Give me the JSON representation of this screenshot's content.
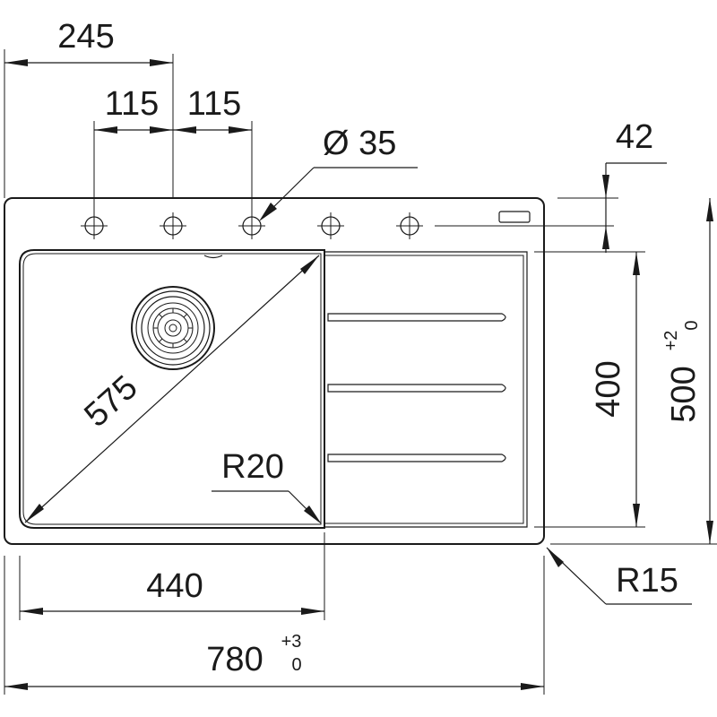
{
  "drawing": {
    "dimensions": {
      "tap_offset": "245",
      "tap_spacing_left": "115",
      "tap_spacing_right": "115",
      "hole_diameter": "Ø 35",
      "top_margin": "42",
      "bowl_depth": "400",
      "overall_depth": "500",
      "overall_depth_tol_upper": "+2",
      "overall_depth_tol_lower": "0",
      "bowl_diagonal": "575",
      "bowl_radius": "R20",
      "bowl_width": "440",
      "overall_width": "780",
      "overall_width_tol_upper": "+3",
      "overall_width_tol_lower": "0",
      "corner_radius": "R15"
    }
  }
}
